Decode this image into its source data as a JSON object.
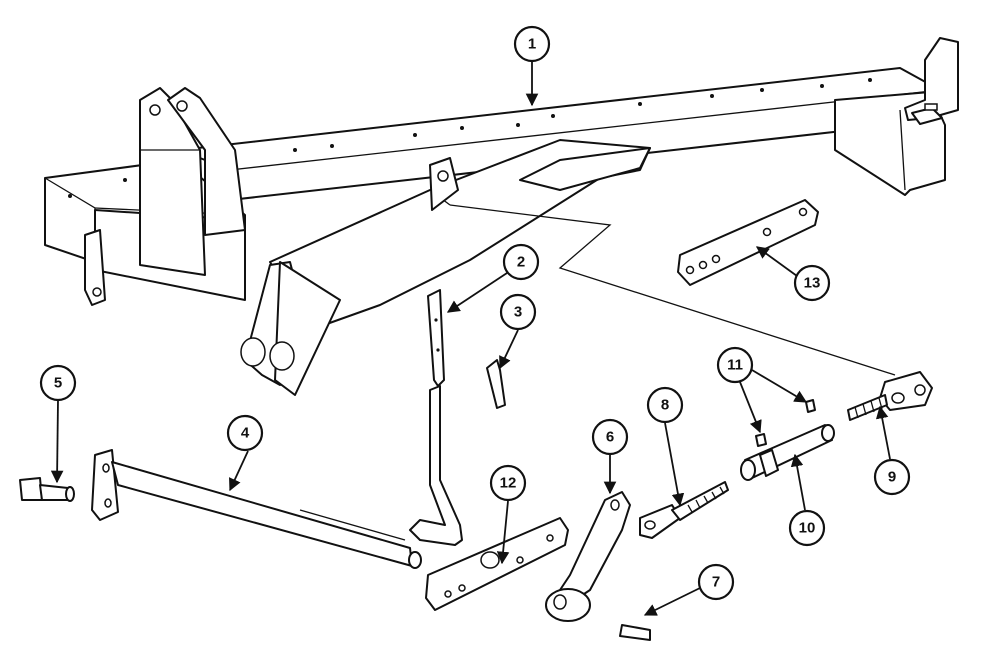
{
  "diagram": {
    "callouts": [
      {
        "id": "1",
        "label": "1"
      },
      {
        "id": "2",
        "label": "2"
      },
      {
        "id": "3",
        "label": "3"
      },
      {
        "id": "4",
        "label": "4"
      },
      {
        "id": "5",
        "label": "5"
      },
      {
        "id": "6",
        "label": "6"
      },
      {
        "id": "7",
        "label": "7"
      },
      {
        "id": "8",
        "label": "8"
      },
      {
        "id": "9",
        "label": "9"
      },
      {
        "id": "10",
        "label": "10"
      },
      {
        "id": "11",
        "label": "11"
      },
      {
        "id": "12",
        "label": "12"
      },
      {
        "id": "13",
        "label": "13"
      }
    ],
    "colors": {
      "line": "#111111",
      "fill": "#ffffff"
    }
  }
}
